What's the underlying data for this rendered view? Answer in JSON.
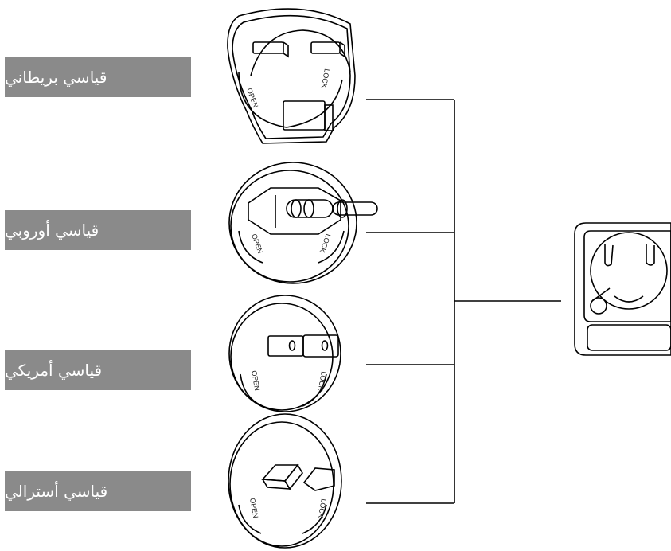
{
  "labels": {
    "uk": "قياسي بريطاني",
    "eu": "قياسي أوروبي",
    "us": "قياسي أمريكي",
    "au": "قياسي أسترالي"
  },
  "plug_markings": {
    "open": "OPEN",
    "lock": "LOCK"
  }
}
